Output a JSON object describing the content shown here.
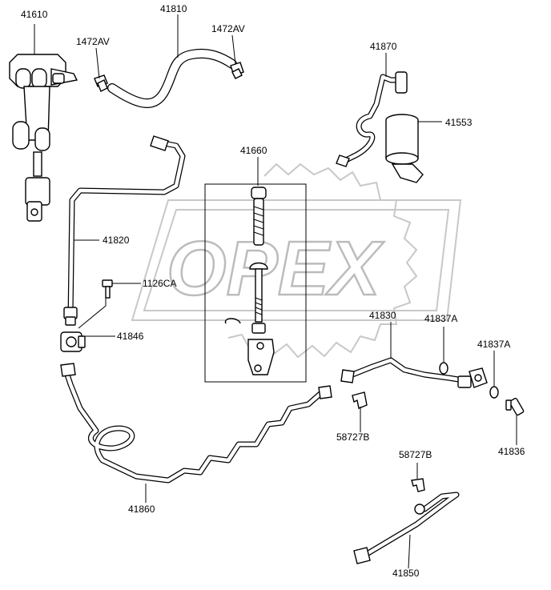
{
  "watermark": "OPEX",
  "labels": {
    "p41610": "41610",
    "p41810": "41810",
    "p1472av_a": "1472AV",
    "p1472av_b": "1472AV",
    "p41870": "41870",
    "p41553": "41553",
    "p41660": "41660",
    "p41820": "41820",
    "p1126ca": "1126CA",
    "p41846": "41846",
    "p41830": "41830",
    "p41837a_a": "41837A",
    "p41837a_b": "41837A",
    "p58727b_a": "58727B",
    "p58727b_b": "58727B",
    "p41836": "41836",
    "p41860": "41860",
    "p41850": "41850"
  }
}
